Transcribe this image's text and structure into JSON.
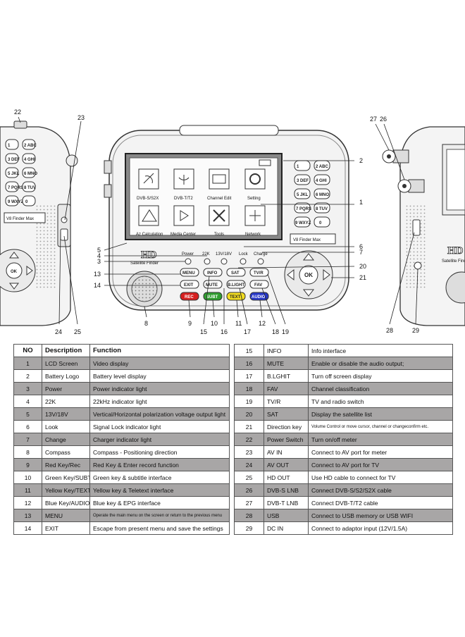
{
  "callouts": [
    "1",
    "2",
    "3",
    "4",
    "5",
    "6",
    "7",
    "8",
    "9",
    "10",
    "11",
    "12",
    "13",
    "14",
    "15",
    "16",
    "17",
    "18",
    "19",
    "20",
    "21",
    "22",
    "23",
    "24",
    "25",
    "26",
    "27",
    "28",
    "29"
  ],
  "screen": {
    "icons": [
      "DVB-S/S2X",
      "DVB-T/T2",
      "Channel Edit",
      "Setting",
      "Az Calculation",
      "Media Center",
      "Tools",
      "Network"
    ],
    "indicators": [
      "Power",
      "22K",
      "13V/18V",
      "Lock",
      "Charge"
    ],
    "brand": "HD",
    "brand_sub": "Satellite Finder",
    "model": "V8 Finder Max"
  },
  "keys": {
    "menu": "MENU",
    "exit": "EXIT",
    "info": "INFO",
    "mute": "MUTE",
    "sat": "SAT",
    "blight": "B.LIGHT",
    "tvr": "TV/R",
    "fav": "FAV",
    "rec": "REC",
    "subt": "SUBT",
    "text": "TEXT",
    "audio": "AUDIO",
    "ok": "OK"
  },
  "numpad": [
    "1",
    "2 ABC",
    "3 DEF",
    "4 GHI",
    "5 JKL",
    "6 MNO",
    "7 PQRS",
    "8 TUV",
    "9 WXYZ",
    "0"
  ],
  "colors": {
    "red": "#d62020",
    "green": "#2f9e2f",
    "yellow": "#f2dc20",
    "blue": "#2637c8",
    "shade": "#a8a6a6"
  },
  "table": {
    "headers": [
      "NO",
      "Description",
      "Function"
    ],
    "left": [
      {
        "no": "1",
        "desc": "LCD Screen",
        "func": "Video display"
      },
      {
        "no": "2",
        "desc": "Battery Logo",
        "func": "Battery level display"
      },
      {
        "no": "3",
        "desc": "Power",
        "func": "Power indicator light"
      },
      {
        "no": "4",
        "desc": "22K",
        "func": "22kHz indicator light"
      },
      {
        "no": "5",
        "desc": "13V/18V",
        "func": "Vertical/Horizontal polarization voltage output light"
      },
      {
        "no": "6",
        "desc": "Look",
        "func": "Signal Lock indicator light"
      },
      {
        "no": "7",
        "desc": "Change",
        "func": "Charger indicator light"
      },
      {
        "no": "8",
        "desc": "Compass",
        "func": "Compass - Positioning direction"
      },
      {
        "no": "9",
        "desc": "Red Key/Rec",
        "func": "Red Key & Enter record function"
      },
      {
        "no": "10",
        "desc": "Green Key/SUBT",
        "func": "Green key & subtitle interface"
      },
      {
        "no": "11",
        "desc": "Yellow Key/TEXT",
        "func": "Yellow key & Teletext interface"
      },
      {
        "no": "12",
        "desc": "Blue Key/AUDIO",
        "func": "Blue key & EPG interface"
      },
      {
        "no": "13",
        "desc": "MENU",
        "func": "Operate the main menu on the screen or return to the previous menu"
      },
      {
        "no": "14",
        "desc": "EXIT",
        "func": "Escape from present menu and save the settings"
      }
    ],
    "right": [
      {
        "no": "15",
        "desc": "INFO",
        "func": "Info interface"
      },
      {
        "no": "16",
        "desc": "MUTE",
        "func": "Enable or disable the audio output;"
      },
      {
        "no": "17",
        "desc": "B.LGHIT",
        "func": "Turn off screen display"
      },
      {
        "no": "18",
        "desc": "FAV",
        "func": "Channel classification"
      },
      {
        "no": "19",
        "desc": "TV/R",
        "func": "TV and radio switch"
      },
      {
        "no": "20",
        "desc": "SAT",
        "func": "Display the satellite list"
      },
      {
        "no": "21",
        "desc": "Direction key",
        "func": "Volume Control or move cursor, channel or changeconfirm etc."
      },
      {
        "no": "22",
        "desc": "Power Switch",
        "func": "Turn on/off meter"
      },
      {
        "no": "23",
        "desc": "AV IN",
        "func": "Connect to AV port for meter"
      },
      {
        "no": "24",
        "desc": "AV OUT",
        "func": "Connect to AV port for TV"
      },
      {
        "no": "25",
        "desc": "HD OUT",
        "func": "Use HD cable to connect for TV"
      },
      {
        "no": "26",
        "desc": "DVB-S LNB",
        "func": "Connect DVB-S/S2/S2X cable"
      },
      {
        "no": "27",
        "desc": "DVB-T LNB",
        "func": "Connect DVB-T/T2 cable"
      },
      {
        "no": "28",
        "desc": "USB",
        "func": "Connect to USB memory or USB WIFI"
      },
      {
        "no": "29",
        "desc": "DC IN",
        "func": "Connect to adaptor input (12V/1.5A)"
      }
    ]
  }
}
